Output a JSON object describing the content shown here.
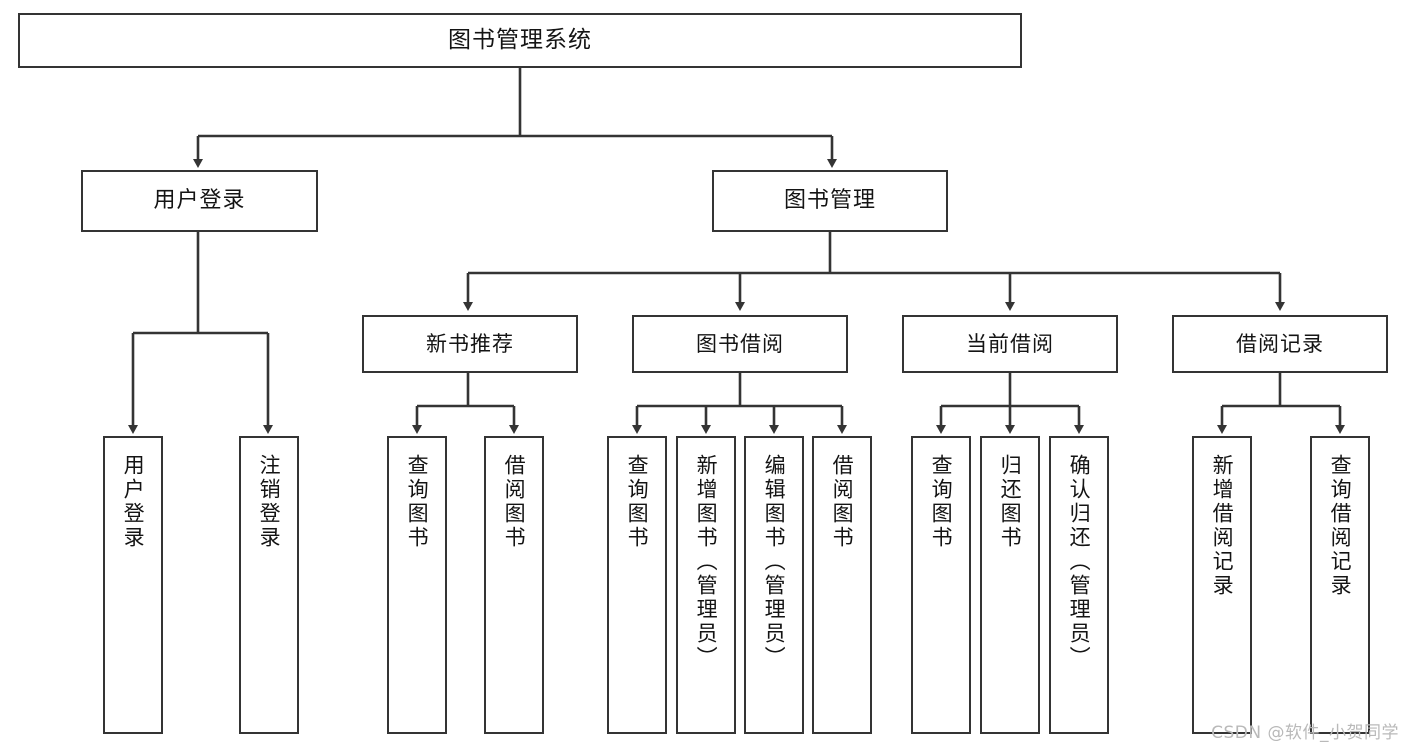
{
  "diagram": {
    "type": "tree",
    "title": "图书管理系统",
    "root": {
      "label": "图书管理系统"
    },
    "level2": [
      {
        "label": "用户登录"
      },
      {
        "label": "图书管理"
      }
    ],
    "level3": [
      {
        "label": "新书推荐"
      },
      {
        "label": "图书借阅"
      },
      {
        "label": "当前借阅"
      },
      {
        "label": "借阅记录"
      }
    ],
    "leaves": {
      "user_login": [
        {
          "label": "用户登录"
        },
        {
          "label": "注销登录"
        }
      ],
      "new_book": [
        {
          "label": "查询图书"
        },
        {
          "label": "借阅图书"
        }
      ],
      "book_borrow": [
        {
          "label": "查询图书"
        },
        {
          "label": "新增图书（管理员）"
        },
        {
          "label": "编辑图书（管理员）"
        },
        {
          "label": "借阅图书"
        }
      ],
      "current_borrow": [
        {
          "label": "查询图书"
        },
        {
          "label": "归还图书"
        },
        {
          "label": "确认归还（管理员）"
        }
      ],
      "borrow_record": [
        {
          "label": "新增借阅记录"
        },
        {
          "label": "查询借阅记录"
        }
      ]
    }
  },
  "watermark": {
    "text": "CSDN @软件_小贺同学"
  },
  "colors": {
    "stroke": "#343434",
    "fill": "#ffffff",
    "text": "#141414",
    "watermark": "#b9b9b9"
  }
}
